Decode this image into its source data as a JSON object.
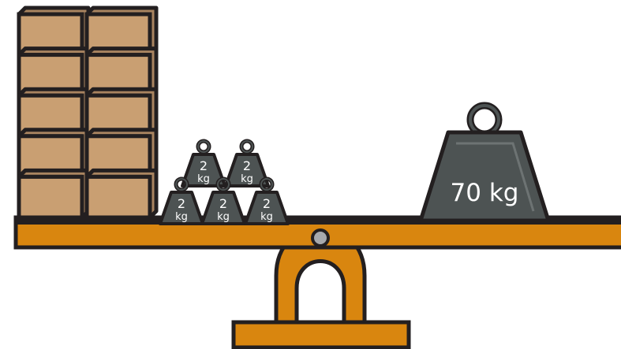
{
  "colors": {
    "outline": "#231f20",
    "box_fill": "#c99f72",
    "box_side": "#a98460",
    "beam": "#d9860f",
    "weight": "#4d5353",
    "weight_highlight": "#6d7373",
    "pivot_pin": "#a7a9ac",
    "background": "#ffffff"
  },
  "icons": [
    "cardboard-box-icon",
    "weight-icon",
    "seesaw-icon"
  ],
  "box_stack": {
    "columns": 2,
    "rows": 5
  },
  "small_weights": {
    "count": 5,
    "value": "2",
    "unit": "kg"
  },
  "big_weight": {
    "label": "70 kg"
  }
}
